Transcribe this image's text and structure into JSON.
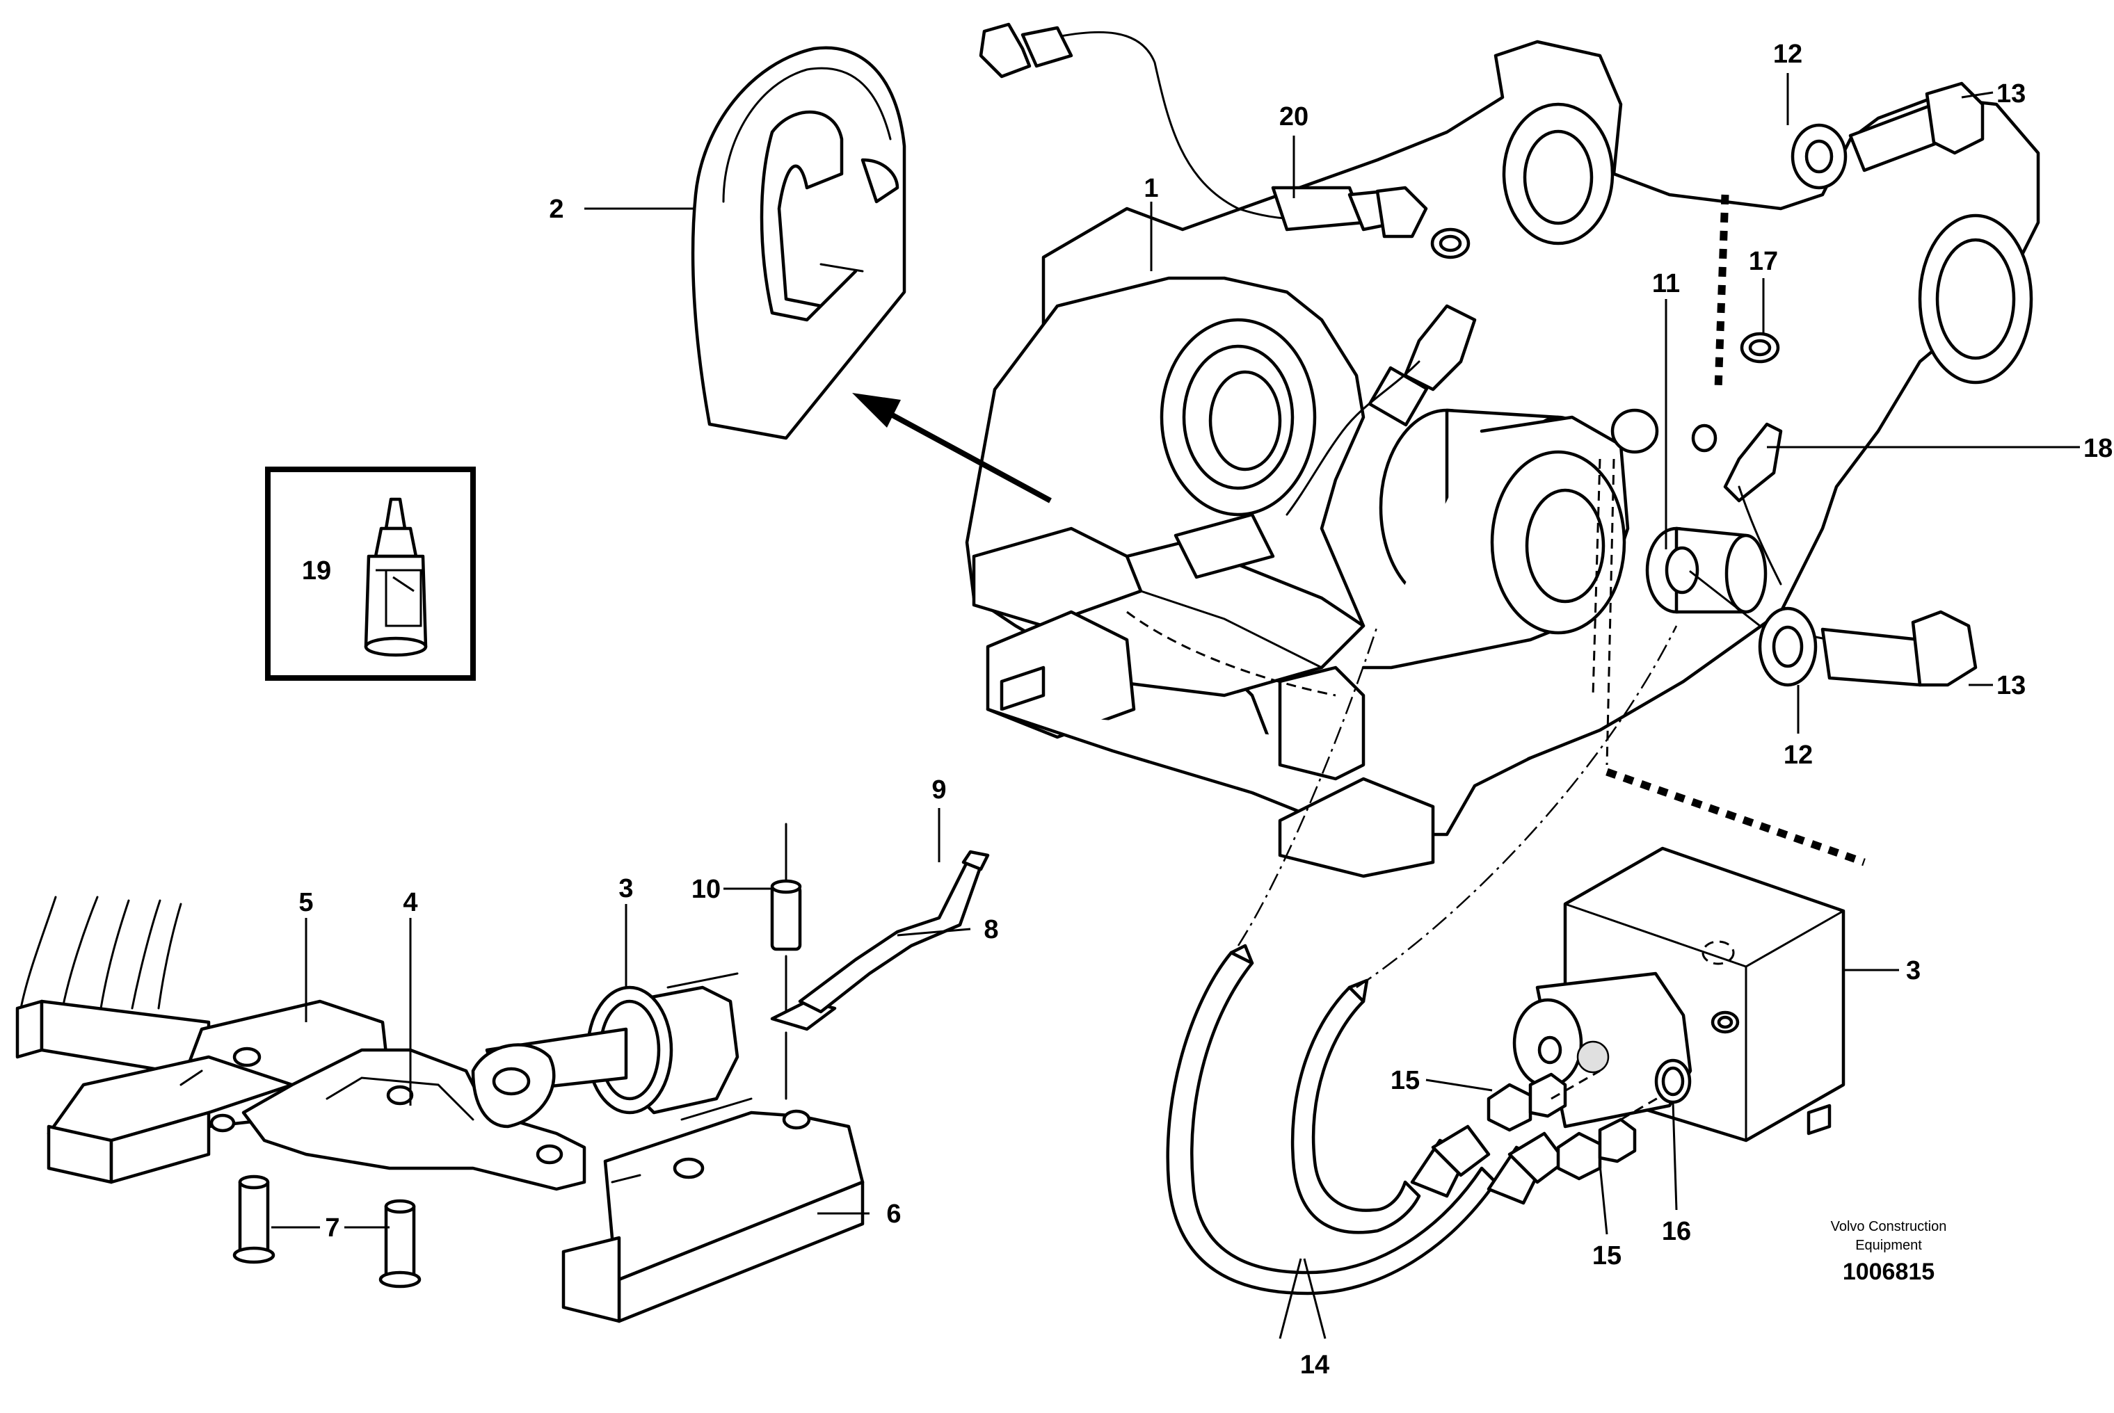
{
  "labels": {
    "l1": "1",
    "l2": "2",
    "l3a": "3",
    "l3b": "3",
    "l4": "4",
    "l5": "5",
    "l6": "6",
    "l7": "7",
    "l8": "8",
    "l9": "9",
    "l10": "10",
    "l11": "11",
    "l12a": "12",
    "l12b": "12",
    "l13a": "13",
    "l13b": "13",
    "l14": "14",
    "l15a": "15",
    "l15b": "15",
    "l16": "16",
    "l17": "17",
    "l18": "18",
    "l19": "19",
    "l20": "20"
  },
  "footer": {
    "brand_line1": "Volvo Construction",
    "brand_line2": "Equipment",
    "doc_number": "1006815"
  },
  "icons": [
    "adhesive-bottle-icon",
    "quick-coupler-drawing",
    "hydraulic-cylinder-drawing",
    "hydraulic-hose-drawing"
  ]
}
